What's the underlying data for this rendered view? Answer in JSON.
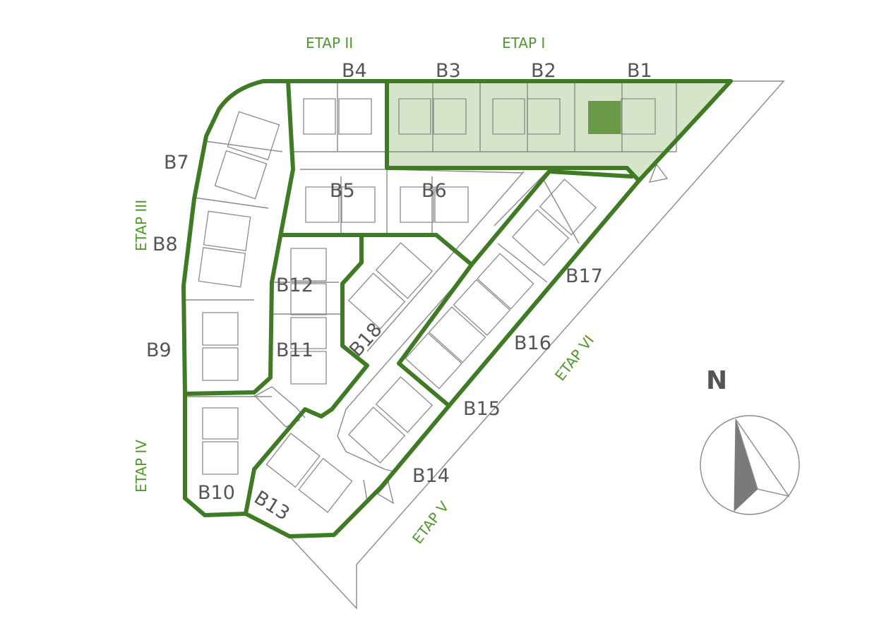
{
  "colors": {
    "boundary": "#3f7a25",
    "highlight_fill": "#d6e4c9",
    "selected_unit": "#6a9a48",
    "etap_label": "#4f9a2a",
    "line": "#8a8a8a",
    "text": "#555555"
  },
  "buildings": [
    "B1",
    "B2",
    "B3",
    "B4",
    "B5",
    "B6",
    "B7",
    "B8",
    "B9",
    "B10",
    "B11",
    "B12",
    "B13",
    "B14",
    "B15",
    "B16",
    "B17",
    "B18"
  ],
  "etaps": [
    "ETAP I",
    "ETAP II",
    "ETAP III",
    "ETAP IV",
    "ETAP V",
    "ETAP VI"
  ],
  "compass": {
    "label": "N"
  },
  "selection": {
    "building": "B1",
    "etap": "ETAP I"
  }
}
